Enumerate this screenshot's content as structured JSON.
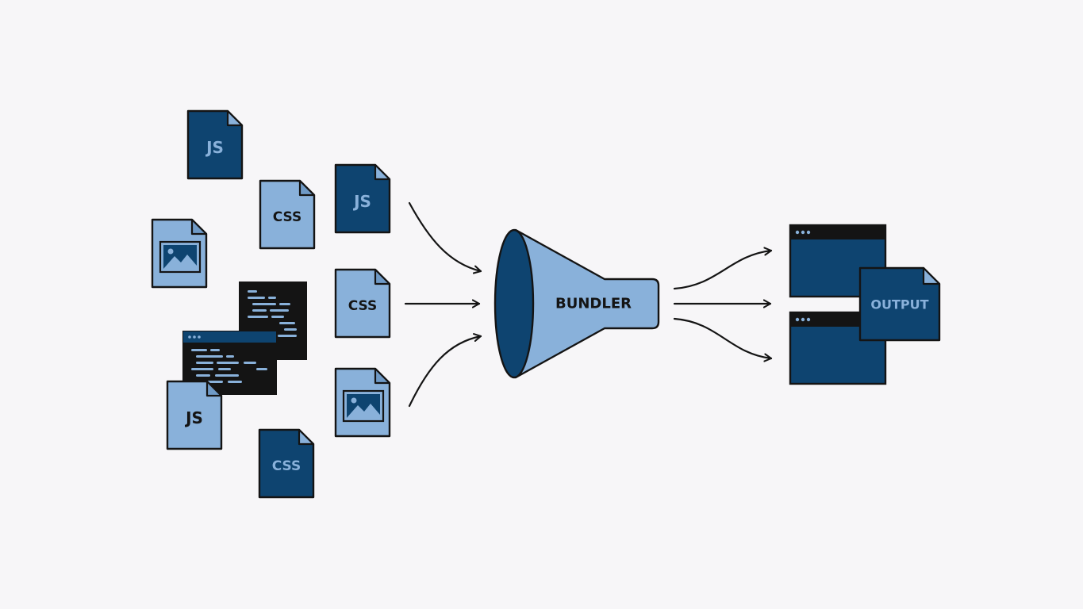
{
  "colors": {
    "background": "#f7f6f8",
    "dark_blue": "#0e4470",
    "light_blue": "#89b1da",
    "code_bg": "#141414",
    "outline": "#141414"
  },
  "inputs": [
    {
      "kind": "file",
      "label": "JS",
      "style": "dark"
    },
    {
      "kind": "file",
      "label": "CSS",
      "style": "light"
    },
    {
      "kind": "file",
      "label": "JS",
      "style": "dark"
    },
    {
      "kind": "image",
      "icon": "image-icon",
      "style": "light"
    },
    {
      "kind": "code",
      "icon": "code-window-icon"
    },
    {
      "kind": "code",
      "icon": "code-window-icon"
    },
    {
      "kind": "file",
      "label": "CSS",
      "style": "light"
    },
    {
      "kind": "file",
      "label": "JS",
      "style": "light"
    },
    {
      "kind": "image",
      "icon": "image-icon",
      "style": "light"
    },
    {
      "kind": "file",
      "label": "CSS",
      "style": "dark"
    }
  ],
  "bundler": {
    "label": "BUNDLER",
    "icon": "funnel-icon"
  },
  "output": {
    "label": "OUTPUT",
    "windows": 2,
    "icon": "browser-window-icon"
  }
}
